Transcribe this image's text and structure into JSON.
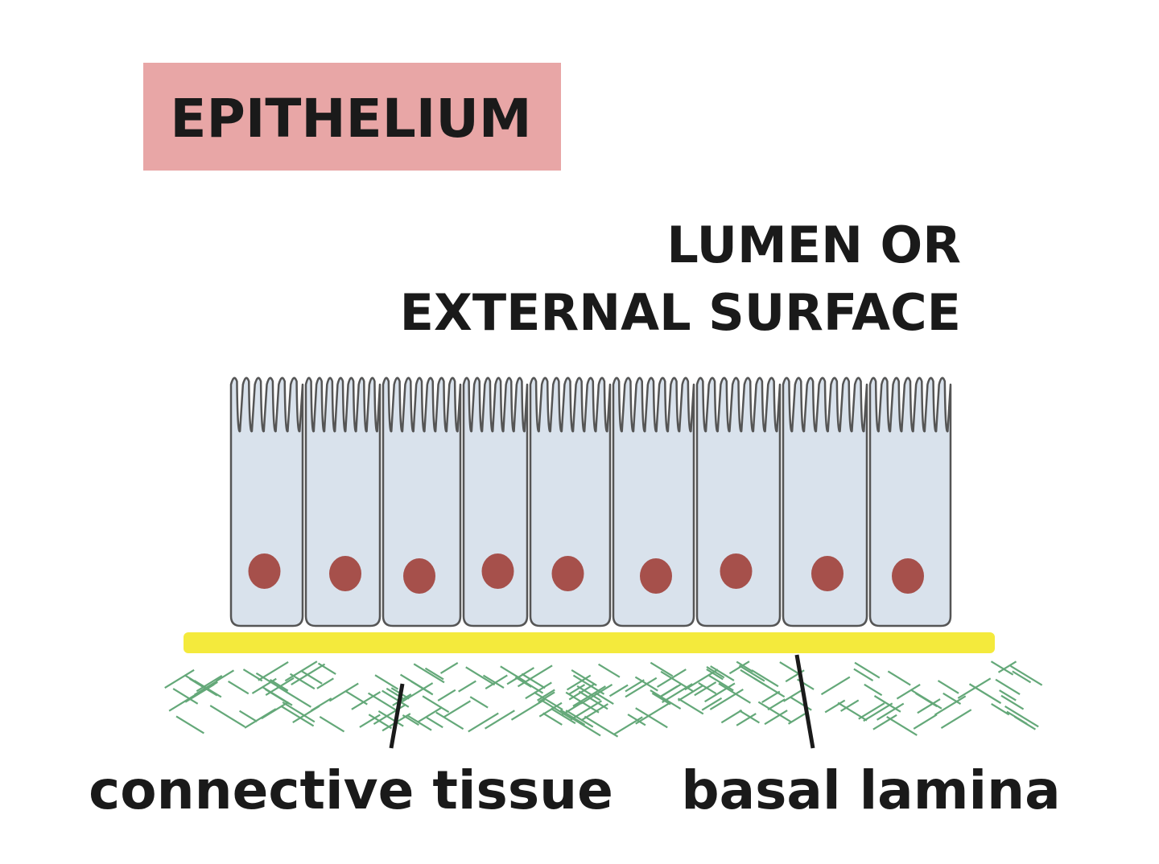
{
  "title": "EPITHELIUM",
  "labels": {
    "surface_line1": "LUMEN OR",
    "surface_line2": "EXTERNAL SURFACE",
    "connective_tissue": "connective tissue",
    "basal_lamina": "basal lamina"
  },
  "colors": {
    "title_box": "#e8a6a6",
    "cell_fill": "#d9e2ec",
    "cell_outline": "#555555",
    "nucleus": "#a0403a",
    "basal_lamina": "#f4ea3c",
    "connective_tissue": "#4a9a62",
    "text": "#1a1a1a"
  },
  "icons": {
    "epithelial_cell": "columnar-cell-with-microvilli",
    "nucleus": "round-nucleus"
  }
}
